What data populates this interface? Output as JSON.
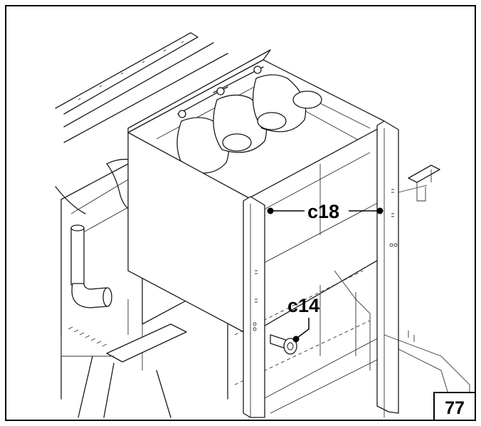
{
  "callouts": {
    "bracket_label": "c18",
    "fastener_label": "c14"
  },
  "figure_number": "77"
}
